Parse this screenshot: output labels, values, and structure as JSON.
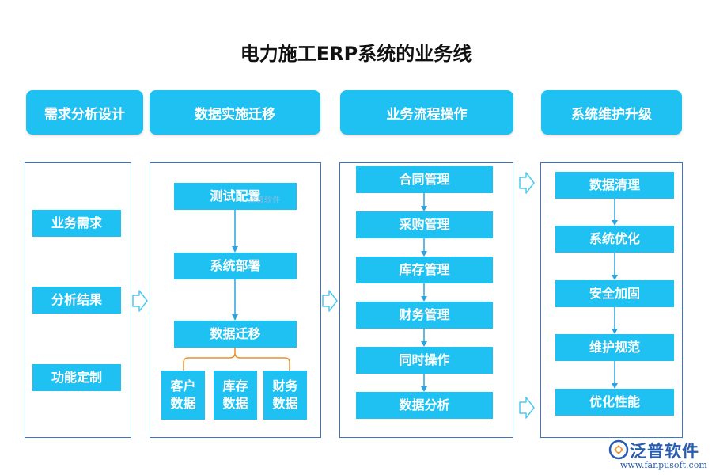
{
  "title": "电力施工ERP系统的业务线",
  "phases": [
    "需求分析设计",
    "数据实施迁移",
    "业务流程操作",
    "系统维护升级"
  ],
  "col1": [
    "业务需求",
    "分析结果",
    "功能定制"
  ],
  "col2": {
    "steps": [
      "测试配置",
      "系统部署",
      "数据迁移"
    ],
    "data_types": [
      {
        "line1": "客户",
        "line2": "数据"
      },
      {
        "line1": "库存",
        "line2": "数据"
      },
      {
        "line1": "财务",
        "line2": "数据"
      }
    ],
    "watermark": "泛普软件"
  },
  "col3": [
    "合同管理",
    "采购管理",
    "库存管理",
    "财务管理",
    "同时操作",
    "数据分析"
  ],
  "col4": [
    "数据清理",
    "系统优化",
    "安全加固",
    "维护规范",
    "优化性能"
  ],
  "brand": {
    "name": "泛普软件",
    "url": "www.fanpusoft.com"
  },
  "colors": {
    "accent": "#1fc1f2",
    "panel_border": "#3f74c4",
    "bracket": "#e8902a",
    "brand": "#2a5db0"
  }
}
